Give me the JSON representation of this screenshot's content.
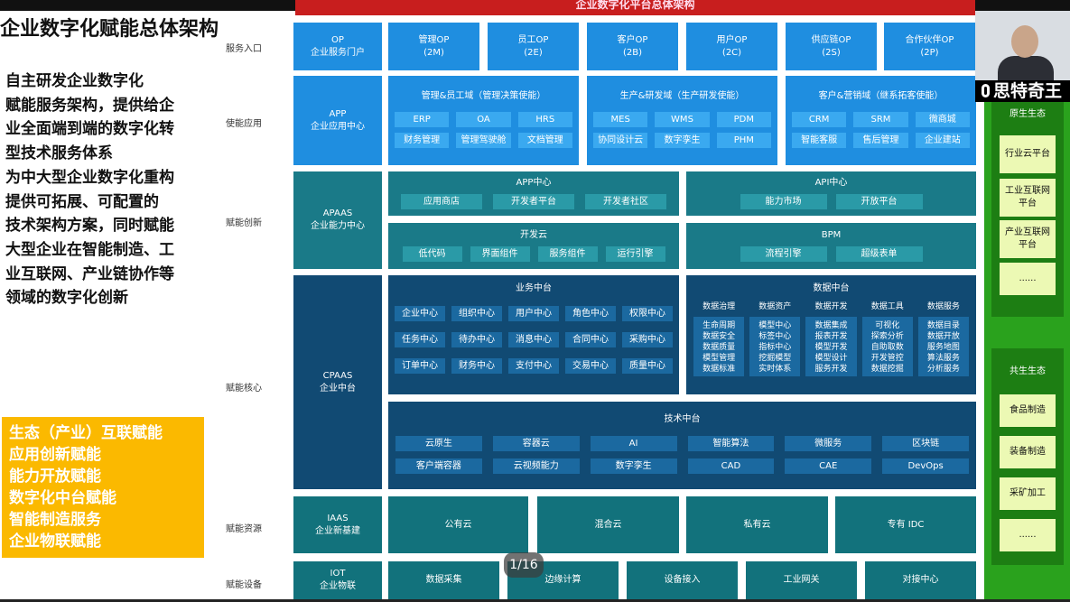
{
  "header": {
    "banner": "企业数字化平台总体架构",
    "page_title": "企业数字化赋能总体架构"
  },
  "description": [
    "自主研发企业数字化",
    "赋能服务架构，提供给企",
    "业全面端到端的数字化转",
    "型技术服务体系",
    "为中大型企业数字化重构",
    "提供可拓展、可配置的",
    "技术架构方案，同时赋能",
    "大型企业在智能制造、工",
    "业互联网、产业链协作等",
    "领域的数字化创新"
  ],
  "capabilities": [
    "生态（产业）互联赋能",
    "应用创新赋能",
    "能力开放赋能",
    "数字化中台赋能",
    "智能制造服务",
    "企业物联赋能"
  ],
  "row_labels": {
    "entry": "服务入口",
    "apps": "使能应用",
    "innovation": "赋能创新",
    "core": "赋能核心",
    "resources": "赋能资源",
    "devices": "赋能设备"
  },
  "layers": {
    "op": {
      "label": "OP\n企业服务门户",
      "cards": [
        {
          "name": "管理OP",
          "code": "(2M)"
        },
        {
          "name": "员工OP",
          "code": "(2E)"
        },
        {
          "name": "客户OP",
          "code": "(2B)"
        },
        {
          "name": "用户OP",
          "code": "(2C)"
        },
        {
          "name": "供应链OP",
          "code": "(2S)"
        },
        {
          "name": "合作伙伴OP",
          "code": "(2P)"
        }
      ]
    },
    "app": {
      "label": "APP\n企业应用中心",
      "domains": [
        {
          "title": "管理&员工域（管理决策使能）",
          "items": [
            "ERP",
            "OA",
            "HRS",
            "财务管理",
            "管理驾驶舱",
            "文档管理"
          ]
        },
        {
          "title": "生产&研发域（生产研发使能）",
          "items": [
            "MES",
            "WMS",
            "PDM",
            "协同设计云",
            "数字孪生",
            "PHM"
          ]
        },
        {
          "title": "客户&营销域（继系拓客使能）",
          "items": [
            "CRM",
            "SRM",
            "微商城",
            "智能客服",
            "售后管理",
            "企业建站"
          ]
        }
      ]
    },
    "apaas": {
      "label": "APAAS\n企业能力中心",
      "panels": [
        {
          "title": "APP中心",
          "items": [
            "应用商店",
            "开发者平台",
            "开发者社区"
          ]
        },
        {
          "title": "API中心",
          "items": [
            "能力市场",
            "开放平台"
          ]
        },
        {
          "title": "开发云",
          "items": [
            "低代码",
            "界面组件",
            "服务组件",
            "运行引擎"
          ]
        },
        {
          "title": "BPM",
          "items": [
            "流程引擎",
            "超级表单"
          ]
        }
      ]
    },
    "cpaas": {
      "label": "CPAAS\n企业中台",
      "business": {
        "title": "业务中台",
        "items": [
          "企业中心",
          "组织中心",
          "用户中心",
          "角色中心",
          "权限中心",
          "任务中心",
          "待办中心",
          "消息中心",
          "合同中心",
          "采购中心",
          "订单中心",
          "财务中心",
          "支付中心",
          "交易中心",
          "质量中心"
        ]
      },
      "data": {
        "title": "数据中台",
        "columns": [
          {
            "head": "数据治理",
            "items": [
              "生命周期",
              "数据安全",
              "数据质量",
              "模型管理",
              "数据标准"
            ]
          },
          {
            "head": "数据资产",
            "items": [
              "模型中心",
              "标签中心",
              "指标中心",
              "挖掘模型",
              "实时体系"
            ]
          },
          {
            "head": "数据开发",
            "items": [
              "数据集成",
              "报表开发",
              "模型开发",
              "模型设计",
              "服务开发"
            ]
          },
          {
            "head": "数据工具",
            "items": [
              "可视化",
              "探索分析",
              "自助取数",
              "开发管控",
              "数据挖掘"
            ]
          },
          {
            "head": "数据服务",
            "items": [
              "数据目录",
              "数据开放",
              "服务地图",
              "算法服务",
              "分析服务"
            ]
          }
        ]
      },
      "tech": {
        "title": "技术中台",
        "items": [
          "云原生",
          "容器云",
          "AI",
          "智能算法",
          "微服务",
          "区块链",
          "客户端容器",
          "云视频能力",
          "数字孪生",
          "CAD",
          "CAE",
          "DevOps"
        ]
      }
    },
    "iaas": {
      "label": "IAAS\n企业新基建",
      "items": [
        "公有云",
        "混合云",
        "私有云",
        "专有 IDC"
      ]
    },
    "iot": {
      "label": "IOT\n企业物联",
      "items": [
        "数据采集",
        "边缘计算",
        "设备接入",
        "工业网关",
        "对接中心"
      ]
    }
  },
  "ecosystem": {
    "native": {
      "title": "原生生态",
      "items": [
        "行业云平台",
        "工业互联网\n平台",
        "产业互联网\n平台",
        "......"
      ]
    },
    "symbiotic": {
      "title": "共生生态",
      "items": [
        "食品制造",
        "装备制造",
        "采矿加工",
        "......"
      ]
    }
  },
  "webcam": {
    "name": "思特奇王"
  },
  "pager": {
    "text": "1/16"
  },
  "colors": {
    "blue": "#1f8ee0",
    "teal": "#1a7a88",
    "navy": "#114a73",
    "red": "#c81e1e",
    "yellow": "#fbb900",
    "green": "#2aa21d"
  }
}
